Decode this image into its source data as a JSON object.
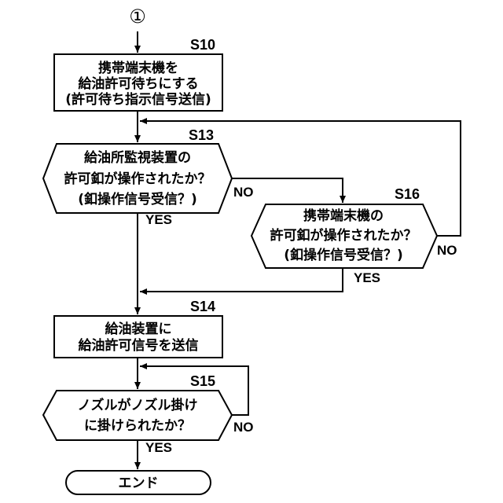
{
  "connector": {
    "label": "①"
  },
  "nodes": {
    "s10": {
      "step": "S10",
      "lines": [
        "携帯端末機を",
        "給油許可待ちにする",
        "(許可待ち指示信号送信)"
      ]
    },
    "s13": {
      "step": "S13",
      "lines": [
        "給油所監視装置の",
        "許可釦が操作されたか？",
        "(釦操作信号受信？)"
      ]
    },
    "s16": {
      "step": "S16",
      "lines": [
        "携帯端末機の",
        "許可釦が操作されたか？",
        "(釦操作信号受信？)"
      ]
    },
    "s14": {
      "step": "S14",
      "lines": [
        "給油装置に",
        "給油許可信号を送信"
      ]
    },
    "s15": {
      "step": "S15",
      "lines": [
        "ノズルがノズル掛け",
        "に掛けられたか？"
      ]
    },
    "end": {
      "lines": [
        "エンド"
      ]
    }
  },
  "labels": {
    "s13_no": "NO",
    "s13_yes": "YES",
    "s16_no": "NO",
    "s16_yes": "YES",
    "s15_no": "NO",
    "s15_yes": "YES"
  }
}
